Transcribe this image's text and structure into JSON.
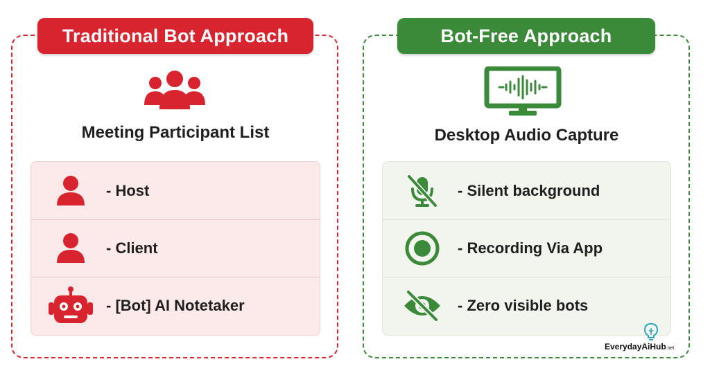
{
  "left": {
    "title": "Traditional Bot Approach",
    "hero_icon": "people-group-icon",
    "subtitle": "Meeting Participant List",
    "items": [
      {
        "icon": "person-icon",
        "label": "- Host"
      },
      {
        "icon": "person-icon",
        "label": "- Client"
      },
      {
        "icon": "robot-icon",
        "label": "- [Bot] AI Notetaker"
      }
    ],
    "color": "#d8242e"
  },
  "right": {
    "title": "Bot-Free Approach",
    "hero_icon": "monitor-audio-wave-icon",
    "subtitle": "Desktop Audio Capture",
    "items": [
      {
        "icon": "muted-microphone-icon",
        "label": "- Silent background"
      },
      {
        "icon": "record-icon",
        "label": "- Recording Via App"
      },
      {
        "icon": "eye-slash-icon",
        "label": "- Zero visible bots"
      }
    ],
    "color": "#3a8a3a"
  },
  "brand": {
    "name": "EverydayAiHub",
    "suffix": ".net",
    "icon": "lightbulb-icon"
  }
}
